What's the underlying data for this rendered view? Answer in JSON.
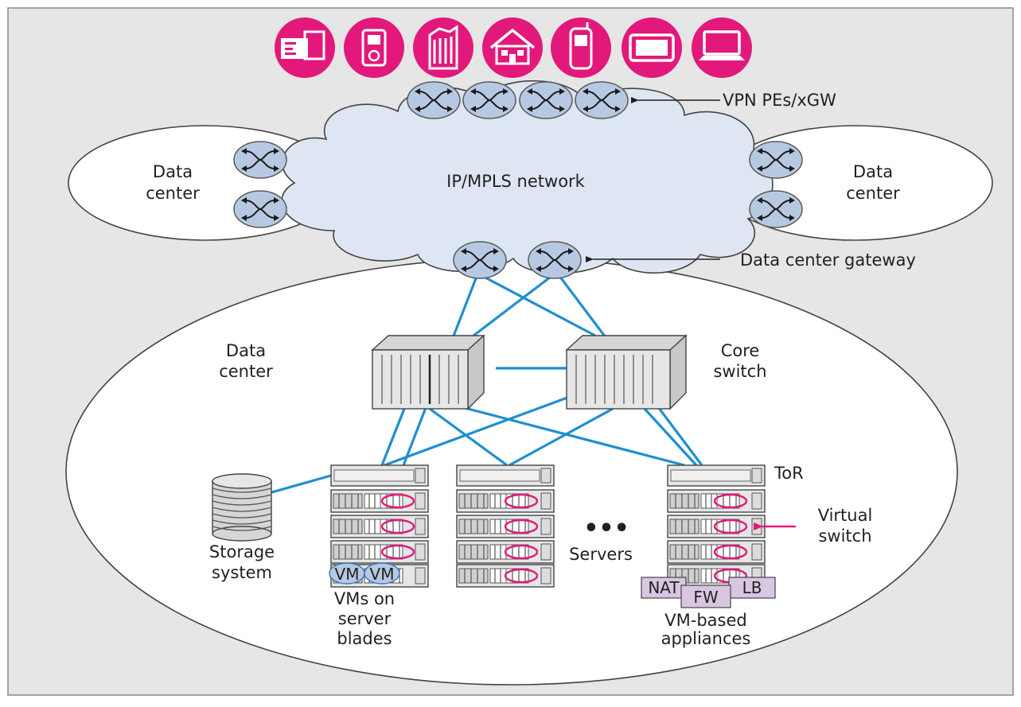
{
  "labels": {
    "vpn_pe": "VPN PEs/xGW",
    "data_center_left_1": "Data",
    "data_center_left_2": "center",
    "data_center_right_1": "Data",
    "data_center_right_2": "center",
    "ip_mpls": "IP/MPLS network",
    "dc_gateway": "Data center gateway",
    "dc_main_1": "Data",
    "dc_main_2": "center",
    "core_switch_1": "Core",
    "core_switch_2": "switch",
    "tor": "ToR",
    "virtual_switch_1": "Virtual",
    "virtual_switch_2": "switch",
    "storage_1": "Storage",
    "storage_2": "system",
    "servers": "Servers",
    "ellipsis": "•••",
    "vm_1": "VM",
    "vm_2": "VM",
    "vms_1": "VMs on",
    "vms_2": "server",
    "vms_3": "blades",
    "nat": "NAT",
    "fw": "FW",
    "lb": "LB",
    "appliances_1": "VM-based",
    "appliances_2": "appliances"
  },
  "devices": [
    "fax-machine-icon",
    "media-player-icon",
    "office-building-icon",
    "house-icon",
    "mobile-phone-icon",
    "tv-screen-icon",
    "laptop-icon"
  ],
  "colors": {
    "background": "#e6e6e6",
    "device_icon": "#e2197a",
    "link": "#1f8fd0",
    "router": "#b7c9e2",
    "cloud": "#dde6f2",
    "virtual_switch": "#e2197a",
    "appliance_box": "#d9c6e2"
  }
}
